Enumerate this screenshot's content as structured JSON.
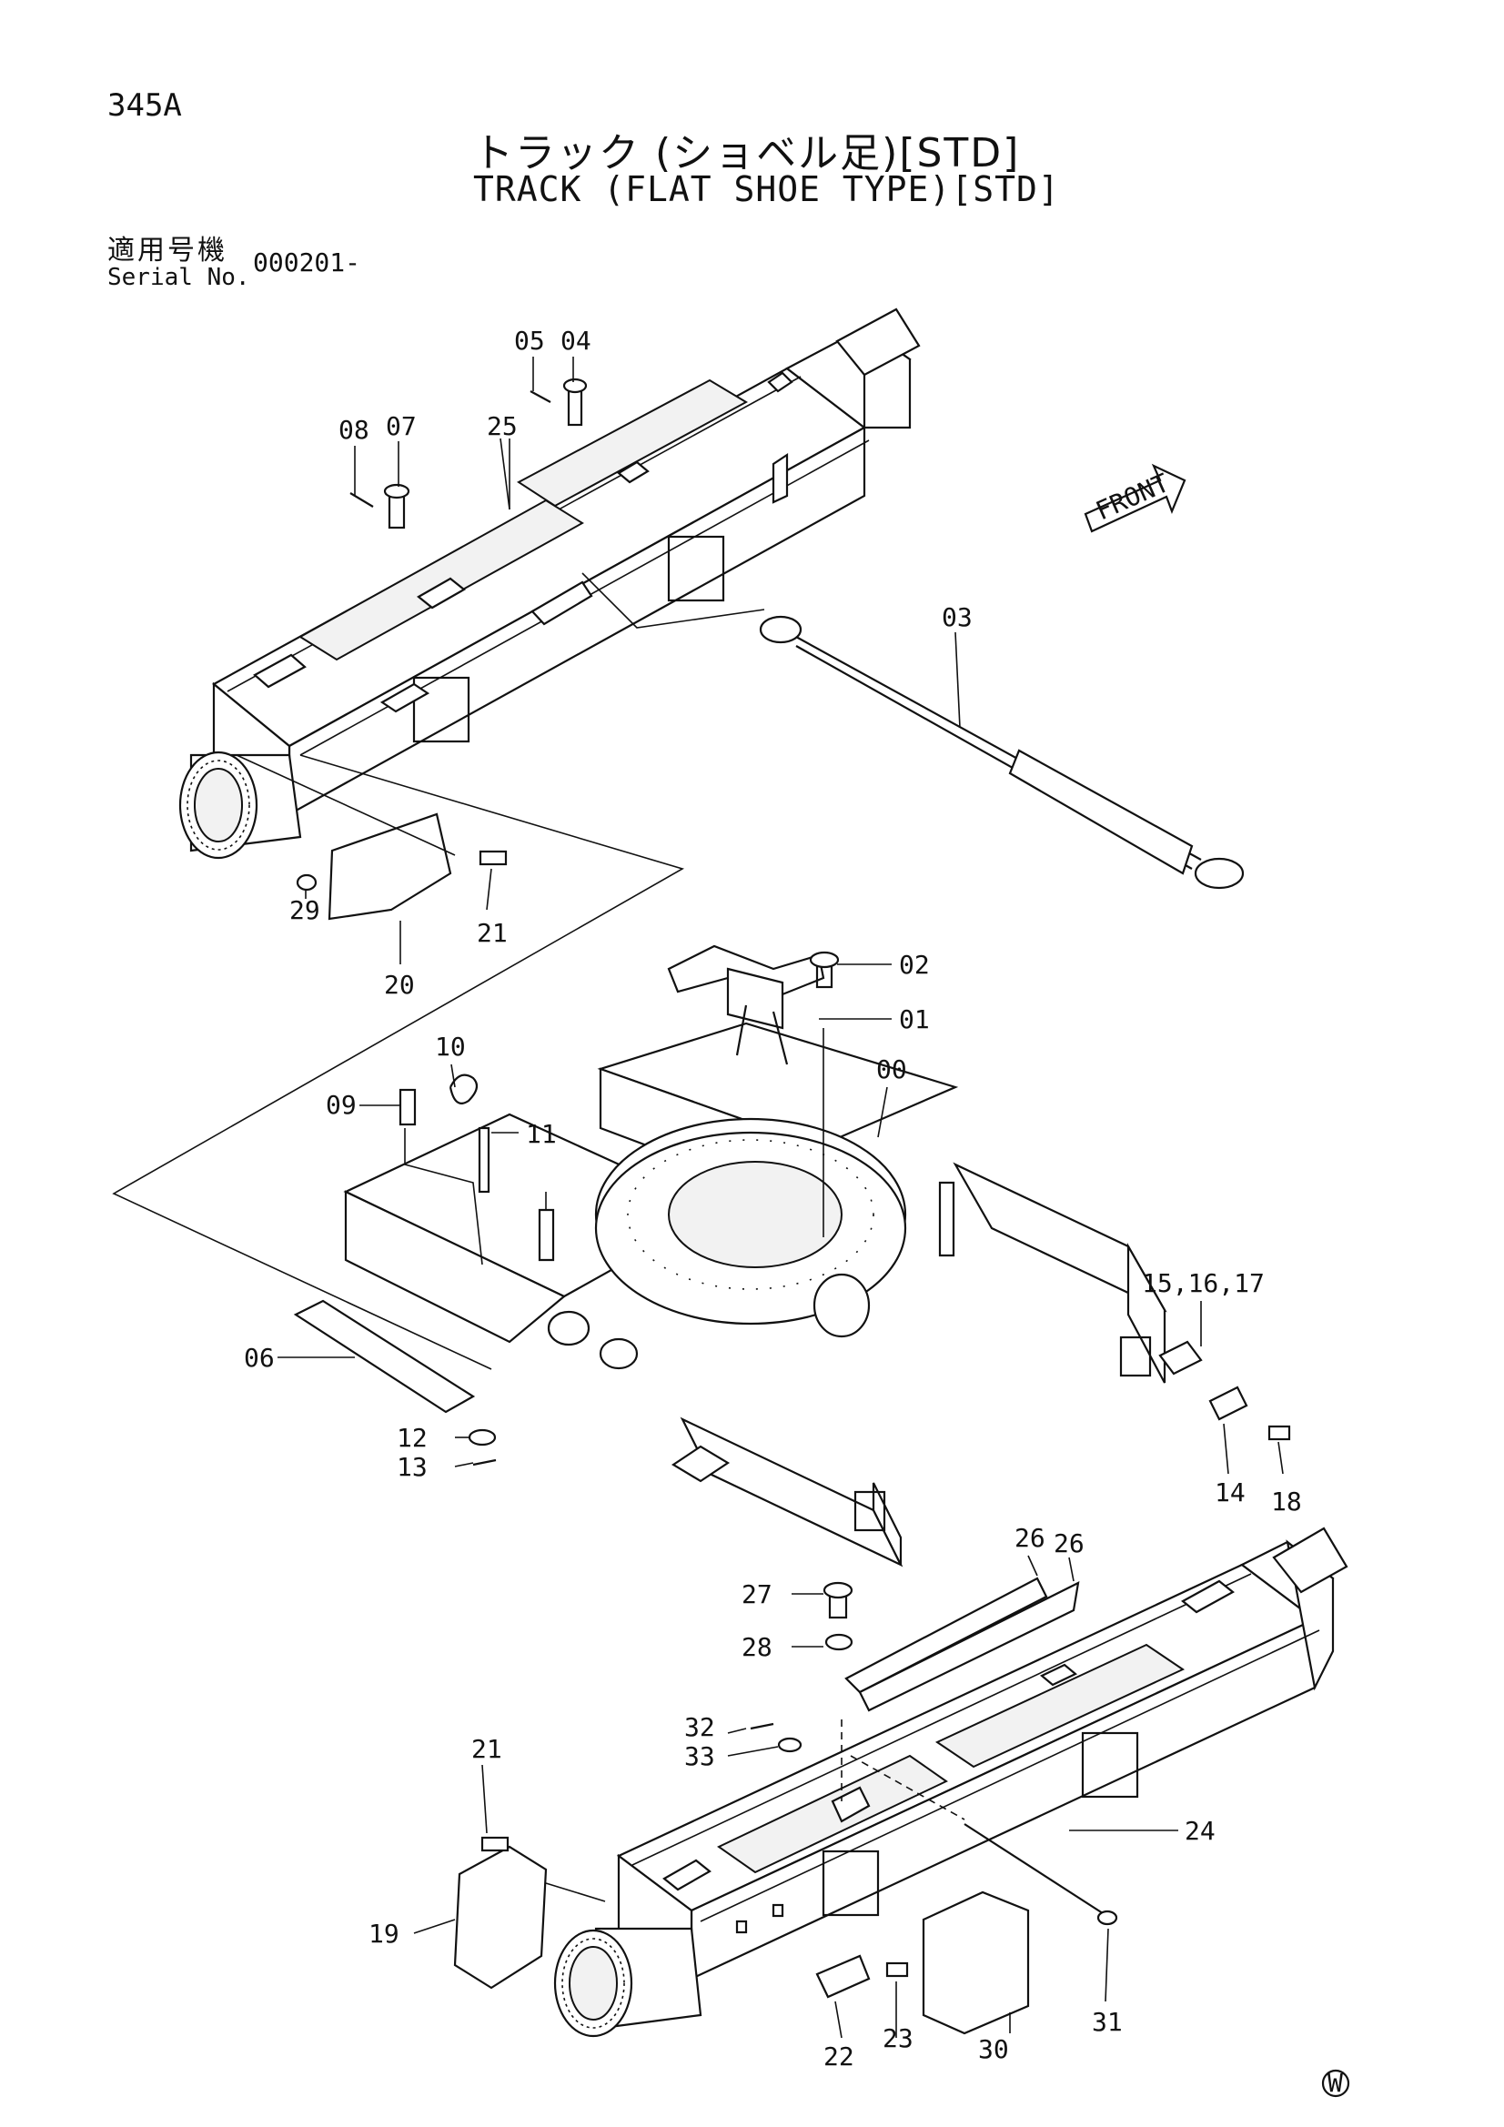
{
  "page_number": "345A",
  "title": {
    "ja": "トラック (ショベル足)[STD]",
    "en": "TRACK (FLAT SHOE TYPE)[STD]"
  },
  "serial": {
    "label_ja": "適用号機",
    "label_en": "Serial No.",
    "value": "000201-"
  },
  "front_label": "FRONT",
  "footer_mark": "W",
  "callouts": [
    "00",
    "01",
    "02",
    "03",
    "04",
    "05",
    "06",
    "07",
    "08",
    "09",
    "10",
    "11",
    "12",
    "13",
    "14",
    "15,16,17",
    "18",
    "19",
    "20",
    "21",
    "21",
    "22",
    "23",
    "24",
    "25",
    "26",
    "26",
    "27",
    "28",
    "29",
    "30",
    "31",
    "32",
    "33"
  ]
}
